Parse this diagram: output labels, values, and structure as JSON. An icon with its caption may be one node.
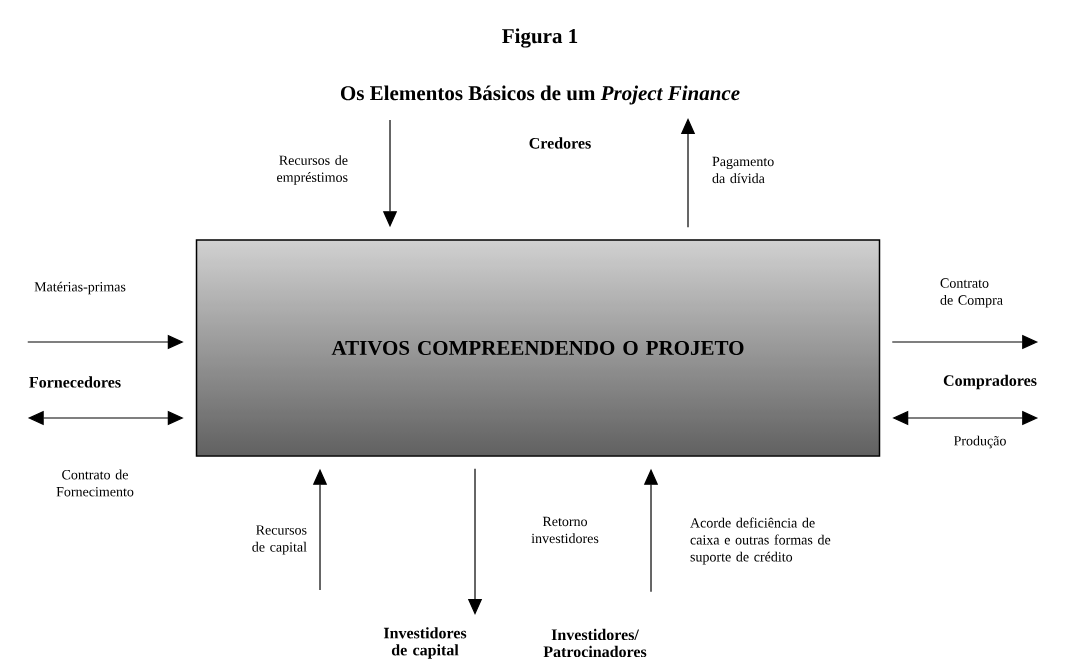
{
  "diagram": {
    "title": "Os Elementos Básicos de um *Project Finance*",
    "nodes": [
      {
        "text": [
          "ATIVOS COMPREENDENDO O PROJETO"
        ]
      },
      {
        "text": [
          "Credores"
        ]
      },
      {
        "text": [
          "Fornecedores"
        ]
      },
      {
        "text": [
          "Compradores"
        ]
      },
      {
        "text": [
          "Investidores de capital"
        ]
      },
      {
        "text": [
          "Investidores/ Patrocinadores"
        ]
      }
    ],
    "edges": [
      {
        "from": null,
        "to": 0,
        "arrow": "to",
        "label": "Recursos de empréstimos"
      },
      {
        "from": 0,
        "to": null,
        "arrow": "to",
        "label": "Pagamento da dívida"
      },
      {
        "from": 2,
        "to": 0,
        "arrow": "to",
        "label": "Matérias-primas"
      },
      {
        "from": 2,
        "to": 0,
        "arrow": "both",
        "label": "Contrato de Fornecimento"
      },
      {
        "from": 0,
        "to": 3,
        "arrow": "to",
        "label": "Contrato de Compra"
      },
      {
        "from": 0,
        "to": 3,
        "arrow": "both",
        "label": "Produção"
      },
      {
        "from": 4,
        "to": 0,
        "arrow": "to",
        "label": "Recursos de capital"
      },
      {
        "from": 0,
        "to": 4,
        "arrow": "to",
        "label": "Retorno investidores"
      },
      {
        "from": 5,
        "to": 0,
        "arrow": "to",
        "label": "Acorde deficiência de caixa e outras formas de suporte de crédito"
      }
    ],
    "labels": [
      "Figura 1"
    ]
  }
}
